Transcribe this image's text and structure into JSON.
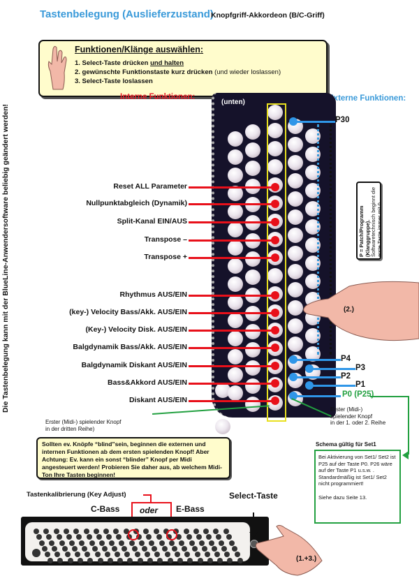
{
  "header": {
    "title": "Tastenbelegung (Auslieferzustand)",
    "subtitle": "Knopfgriff-Akkordeon (B/C-Griff)"
  },
  "instructions": {
    "heading": "Funktionen/Klänge auswählen",
    "heading_suffix": ":",
    "step1_a": "1. Select-Taste drücken ",
    "step1_b": "und halten",
    "step2_a": "2. gewünschte Funktionstaste kurz drücken ",
    "step2_b": "(und wieder loslassen)",
    "step3": "3. Select-Taste loslassen",
    "icon": "hand-pointing-icon"
  },
  "side_note": "Die Tastenbelegung kann mit der BlueLine-Anwendersoftware beliebig geändert werden!",
  "internal": {
    "heading": "Interne Funktionen:",
    "functions": [
      "Reset ALL Parameter",
      "Nullpunktabgleich (Dynamik)",
      "Split-Kanal EIN/AUS",
      "Transpose –",
      "Transpose +",
      "Rhythmus AUS/EIN",
      "(key-) Velocity Bass/Akk. AUS/EIN",
      "(Key-) Velocity Disk. AUS/EIN",
      "Balgdynamik Bass/Akk. AUS/EIN",
      "Balgdynamik Diskant AUS/EIN",
      "Bass&Akkord AUS/EIN",
      "Diskant AUS/EIN"
    ],
    "first_key_note": [
      "Erster (Midi-) spielender Knopf",
      "in der dritten Reihe)"
    ]
  },
  "keyboard": {
    "top_label": "(unten)"
  },
  "external": {
    "heading": "Externe Funktionen:",
    "patches": [
      "P30",
      "P4",
      "P3",
      "P2",
      "P1"
    ],
    "p0_label": "P0 (P25)",
    "first_key_note": [
      "Erster (Midi-)",
      "spielender Knopf",
      "in der 1. oder 2. Reihe"
    ],
    "patch_note_bold": "P = Patch/Programm (Klanggruppe).",
    "patch_note": "Softwaretechnisch beginnt die erste Taste immer mit 0."
  },
  "hand_labels": {
    "step2": "(2.)",
    "step13": "(1.+3.)"
  },
  "warning": "Sollten ev. Knöpfe “blind”sein, beginnen die externen und internen Funktionen ab dem ersten spielenden Knopf! Aber Achtung: Ev. kann ein sonst “blinder” Knopf per Midi angesteuert werden! Probieren Sie daher aus, ab welchem Midi-Ton Ihre Tasten beginnen!",
  "schema": {
    "heading": "Schema gültig für Set1",
    "lines": [
      "Bei Aktivierung von Set1/ Set2 ist P25 auf der Taste P0. P26 wäre auf der Taste P1 u.s.w. .",
      "Standardmäßig ist Set1/ Set2 nicht programmiert!",
      "Siehe dazu Seite 13."
    ]
  },
  "bass": {
    "calibration_label": "Tastenkalibrierung (Key Adjust)",
    "c_bass": "C-Bass",
    "oder": "oder",
    "e_bass": "E-Bass",
    "select_label": "Select-Taste"
  },
  "colors": {
    "title_blue": "#3a9ad9",
    "internal_red": "#e8101a",
    "external_blue": "#2f96e8",
    "note_green": "#22a040",
    "box_yellow": "#fffccc"
  }
}
